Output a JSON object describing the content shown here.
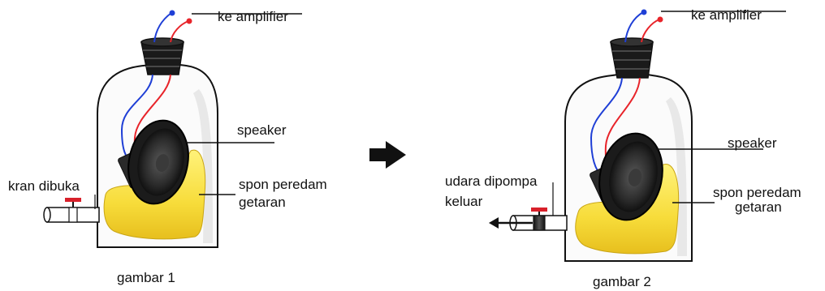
{
  "figure_1": {
    "label_amplifier": "ke amplifier",
    "label_speaker": "speaker",
    "label_sponge_line1": "spon peredam",
    "label_sponge_line2": "getaran",
    "label_valve": "kran dibuka",
    "caption": "gambar 1"
  },
  "figure_2": {
    "label_amplifier": "ke amplifier",
    "label_speaker": "speaker",
    "label_sponge_line1": "spon peredam",
    "label_sponge_line2": "getaran",
    "label_pump_line1": "udara dipompa",
    "label_pump_line2": "keluar",
    "caption": "gambar 2"
  },
  "colors": {
    "wire_blue": "#1f3fd6",
    "wire_red": "#e8242a",
    "sponge": "#f7dc3a",
    "valve_handle": "#d8202a",
    "outline": "#111111"
  },
  "icons": [
    "arrow-right-icon",
    "arrow-left-icon"
  ]
}
